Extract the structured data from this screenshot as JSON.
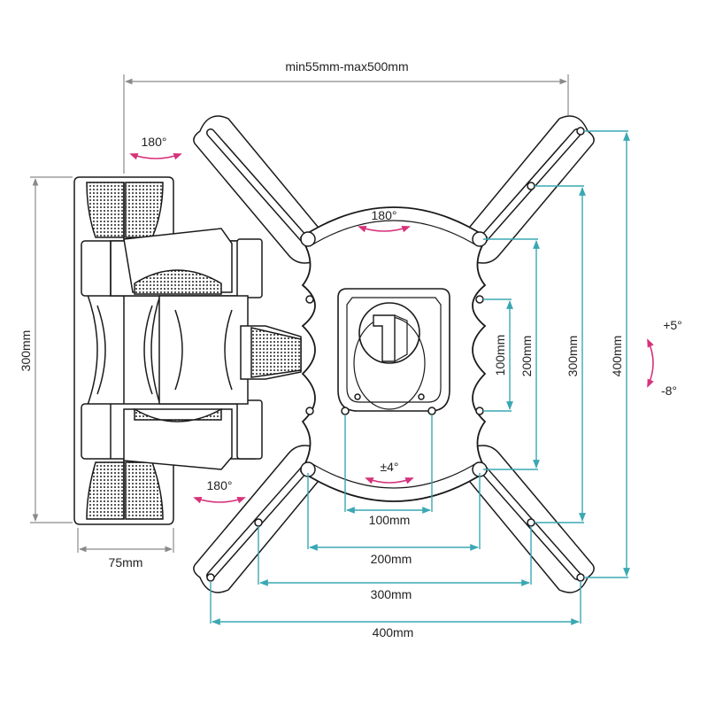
{
  "colors": {
    "dimension": "#3aa8b4",
    "rotation": "#d6327a",
    "line": "#1a1a1a",
    "guide": "#9a9a9a",
    "fill": "#ffffff",
    "dark": "#111111"
  },
  "dimensions": {
    "arm_extension": "min55mm-max500mm",
    "wall_plate_height": "300mm",
    "wall_plate_width": "75mm",
    "vesa_h_100": "100mm",
    "vesa_h_200": "200mm",
    "vesa_h_300": "300mm",
    "vesa_h_400": "400mm",
    "vesa_v_100": "100mm",
    "vesa_v_200": "200mm",
    "vesa_v_300": "300mm",
    "vesa_v_400": "400mm"
  },
  "rotations": {
    "wall_pivot": "180°",
    "head_pivot": "180°",
    "lower_pivot": "180°",
    "rotation": "±4°",
    "tilt_up": "+5°",
    "tilt_down": "-8°"
  }
}
